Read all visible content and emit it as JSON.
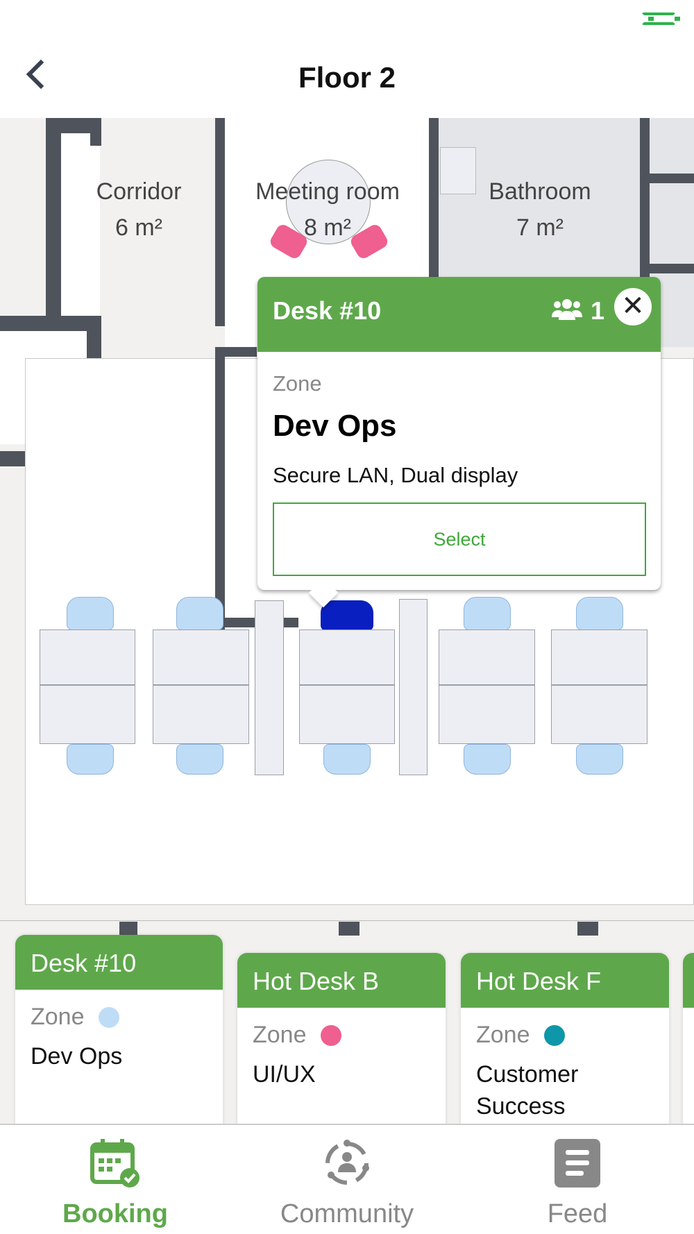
{
  "header": {
    "title": "Floor 2"
  },
  "rooms": [
    {
      "name": "Corridor",
      "area": "6 m²"
    },
    {
      "name": "Meeting room",
      "area": "8 m²"
    },
    {
      "name": "Bathroom",
      "area": "7 m²"
    }
  ],
  "popup": {
    "title": "Desk #10",
    "capacity": "1",
    "zone_label": "Zone",
    "zone": "Dev Ops",
    "amenities": "Secure LAN, Dual display",
    "select_label": "Select"
  },
  "cards": [
    {
      "title": "Desk #10",
      "zone_label": "Zone",
      "zone": "Dev Ops",
      "zone_color": "#bfdcf7"
    },
    {
      "title": "Hot Desk B",
      "zone_label": "Zone",
      "zone": "UI/UX",
      "zone_color": "#ef5f8f"
    },
    {
      "title": "Hot Desk F",
      "zone_label": "Zone",
      "zone": "Customer Success",
      "zone_color": "#0e97a8"
    }
  ],
  "tabs": [
    {
      "label": "Booking"
    },
    {
      "label": "Community"
    },
    {
      "label": "Feed"
    }
  ],
  "colors": {
    "accent": "#5ea84b",
    "selected_chair": "#0a1fbf"
  }
}
